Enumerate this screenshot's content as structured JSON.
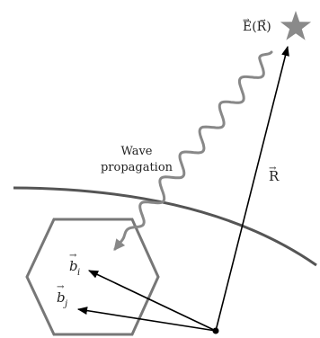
{
  "labels": {
    "wave_line1": "Wave",
    "wave_line2": "propagation",
    "source_label": "E(R)",
    "position_label": "R",
    "baseline_b_i": "b",
    "baseline_b_i_sub": "i",
    "baseline_b_j": "b",
    "baseline_b_j_sub": "j",
    "vector_arrow": "→"
  },
  "colors": {
    "earth_surface": "#555555",
    "station_hexagon": "#777777",
    "wave": "#888888",
    "star": "#8a8a8a",
    "vectors": "#000000",
    "text": "#222222"
  },
  "icons": {
    "source": "star-icon"
  }
}
